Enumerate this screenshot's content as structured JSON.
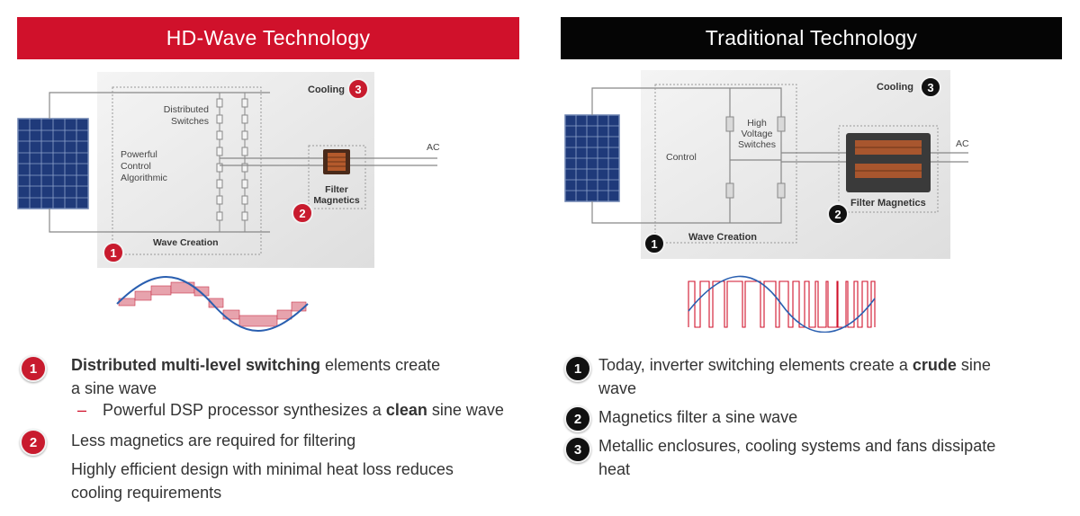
{
  "left": {
    "header": "HD-Wave Technology",
    "diagram": {
      "cooling_label": "Cooling",
      "cooling_num": "3",
      "switches_label_1": "Distributed",
      "switches_label_2": "Switches",
      "control_label_1": "Powerful",
      "control_label_2": "Control",
      "control_label_3": "Algorithmic",
      "ac_label": "AC",
      "filter_label_1": "Filter",
      "filter_label_2": "Magnetics",
      "filter_num": "2",
      "wave_label": "Wave Creation",
      "wave_num": "1"
    },
    "bullets": [
      {
        "num": "1",
        "bold": "Distributed multi-level switching",
        "text": " elements create",
        "line2": "a sine wave"
      },
      {
        "sub_pre": "Powerful DSP processor synthesizes a ",
        "sub_bold": "clean",
        "sub_post": " sine wave",
        "dash": "–"
      },
      {
        "num": "2",
        "text": "Less magnetics are required for filtering"
      },
      {
        "text": "Highly efficient design with minimal heat loss reduces",
        "line2": "cooling requirements"
      }
    ]
  },
  "right": {
    "header": "Traditional Technology",
    "diagram": {
      "cooling_label": "Cooling",
      "cooling_num": "3",
      "switches_label_1": "High",
      "switches_label_2": "Voltage",
      "switches_label_3": "Switches",
      "control_label": "Control",
      "ac_label": "AC",
      "filter_label": "Filter Magnetics",
      "filter_num": "2",
      "wave_label": "Wave Creation",
      "wave_num": "1"
    },
    "bullets": [
      {
        "num": "1",
        "pre": "Today, inverter switching elements create a ",
        "bold": "crude",
        "post": " sine",
        "line2": "wave"
      },
      {
        "num": "2",
        "text": "Magnetics filter a sine wave"
      },
      {
        "num": "3",
        "text": "Metallic enclosures, cooling systems and fans dissipate",
        "line2": "heat"
      }
    ]
  },
  "colors": {
    "red": "#d0112b",
    "black": "#050505",
    "wave": "#2a5fb0",
    "panel": "#1f3a7a"
  }
}
